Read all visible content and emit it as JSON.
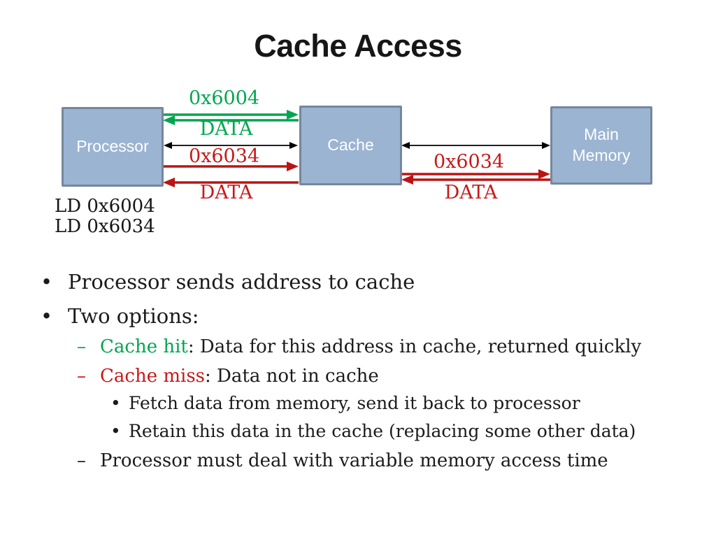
{
  "colors": {
    "green": "#00A64F",
    "red": "#BB1414",
    "red_text": "#C81919",
    "box_fill": "#9BB4D2",
    "box_border": "#75879C"
  },
  "title": "Cache Access",
  "diagram": {
    "boxes": {
      "processor": "Processor",
      "cache": "Cache",
      "main_memory": "Main Memory"
    },
    "proc_cache": {
      "hit_addr": "0x6004",
      "hit_data": "DATA",
      "miss_addr": "0x6034",
      "miss_data": "DATA"
    },
    "cache_mem": {
      "addr": "0x6034",
      "data": "DATA"
    },
    "instructions": [
      "LD 0x6004",
      "LD 0x6034"
    ]
  },
  "bullets": {
    "markers": {
      "dot": "•",
      "dash": "–"
    },
    "b1": "Processor sends address to cache",
    "b2": "Two options:",
    "hit": {
      "label": "Cache hit",
      "rest": ": Data for this address in cache, returned quickly"
    },
    "miss": {
      "label": "Cache miss",
      "rest": ": Data not in cache"
    },
    "miss_sub1": "Fetch data from memory, send it back to processor",
    "miss_sub2": "Retain this data in the cache (replacing some other data)",
    "b3": "Processor must deal with variable memory access time"
  }
}
